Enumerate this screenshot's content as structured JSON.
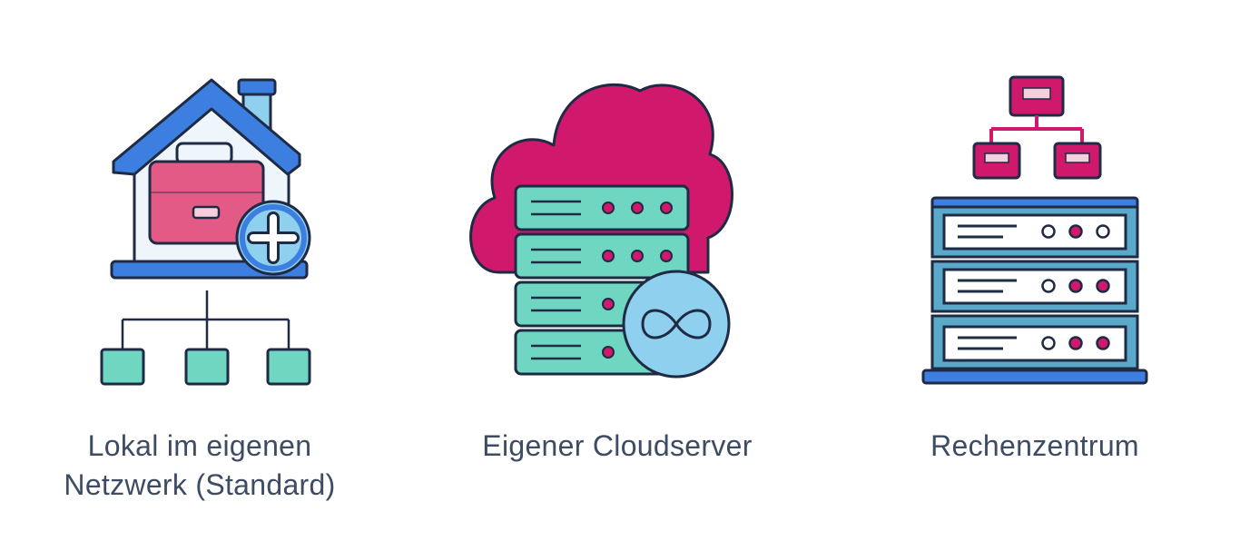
{
  "options": [
    {
      "icon": "home-office-network-icon",
      "label_lines": [
        "Lokal im eigenen",
        "Netzwerk (Standard)"
      ]
    },
    {
      "icon": "cloud-server-icon",
      "label_lines": [
        "Eigener Cloudserver"
      ]
    },
    {
      "icon": "datacenter-server-rack-icon",
      "label_lines": [
        "Rechenzentrum"
      ]
    }
  ],
  "colors": {
    "outline": "#1f2a44",
    "blue": "#3d7fe0",
    "light_blue": "#8ed0ee",
    "pink": "#e35a86",
    "magenta": "#d0196d",
    "teal": "#6fd6c2",
    "text": "#3d4b63"
  }
}
